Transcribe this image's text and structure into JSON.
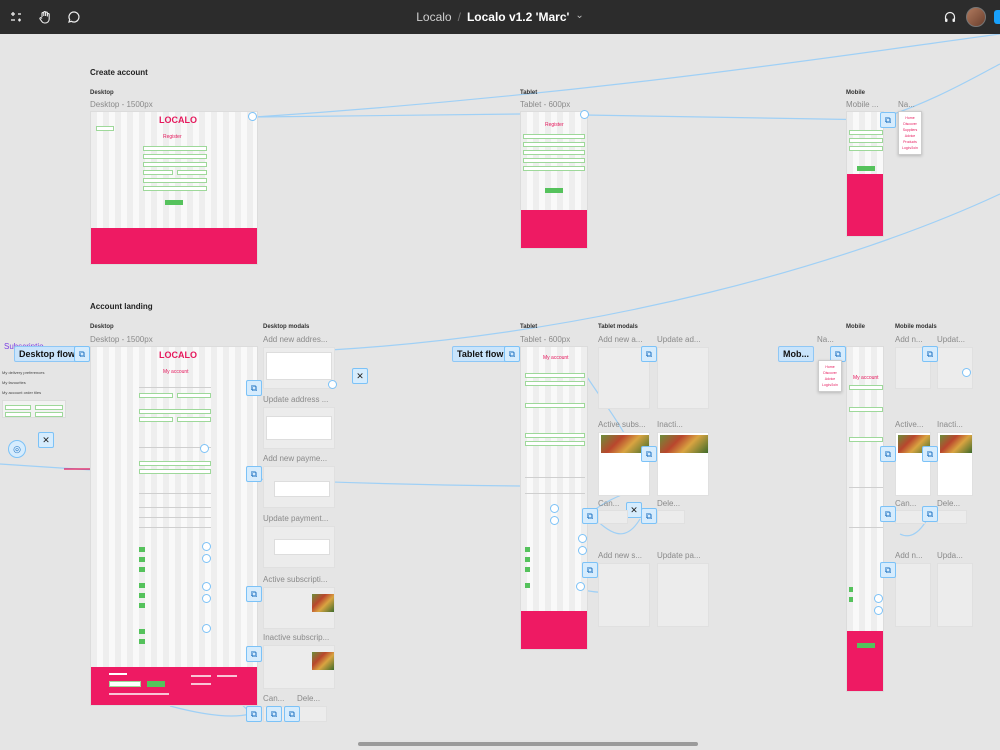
{
  "toolbar": {
    "file_parent": "Localo",
    "separator": "/",
    "file_name": "Localo v1.2 'Marc'",
    "chevron": "⌄",
    "icons": [
      "main-menu-icon",
      "hand-tool-icon",
      "comment-icon",
      "headphones-icon"
    ]
  },
  "sections": {
    "create_account": "Create account",
    "account_landing": "Account landing"
  },
  "frame_labels": {
    "desktop": "Desktop",
    "tablet": "Tablet",
    "mobile": "Mobile",
    "desktop_modals": "Desktop modals",
    "tablet_modals": "Tablet modals",
    "mobile_modals": "Mobile modals"
  },
  "frame_names": {
    "desktop_1500": "Desktop - 1500px",
    "tablet_600": "Tablet - 600px",
    "mobile_short": "Mobile ...",
    "na": "Na...",
    "add_new_address": "Add new addres...",
    "update_address": "Update address ...",
    "add_new_payment": "Add new payme...",
    "update_payment": "Update payment...",
    "active_subscription": "Active subscripti...",
    "inactive_subscription": "Inactive subscrip...",
    "can": "Can...",
    "dele": "Dele...",
    "tablet_add_new": "Add new a...",
    "tablet_update": "Update ad...",
    "tablet_active_sub": "Active subs...",
    "tablet_inactive": "Inacti...",
    "tablet_add_new_sub": "Add new s...",
    "tablet_update_pa": "Update pa...",
    "mobile_add_new": "Add n...",
    "mobile_update": "Updat...",
    "mobile_update_2": "Updat...",
    "mobile_active": "Active...",
    "mobile_inactive": "Inacti...",
    "mobile_add_new_2": "Add n...",
    "mobile_upda": "Upda..."
  },
  "flows": {
    "desktop": "Desktop flow",
    "tablet": "Tablet flow",
    "mobile": "Mob..."
  },
  "frame_content": {
    "logo": "LOCALO",
    "register": "Register",
    "my_account": "My account"
  },
  "left_panel": {
    "subscription_label": "Subscriptio...",
    "items": [
      "My delivery preferences",
      "My favourites",
      "My account order tiles"
    ]
  },
  "nav_dropdown": [
    "Home",
    "Discover",
    "Suppliers",
    "Advice",
    "Products",
    "Login/Join"
  ],
  "colors": {
    "brand_pink": "#ee1a63",
    "flow_blue": "#7cc2f7",
    "button_green": "#55c25c",
    "arrow_red": "#e5185c"
  }
}
